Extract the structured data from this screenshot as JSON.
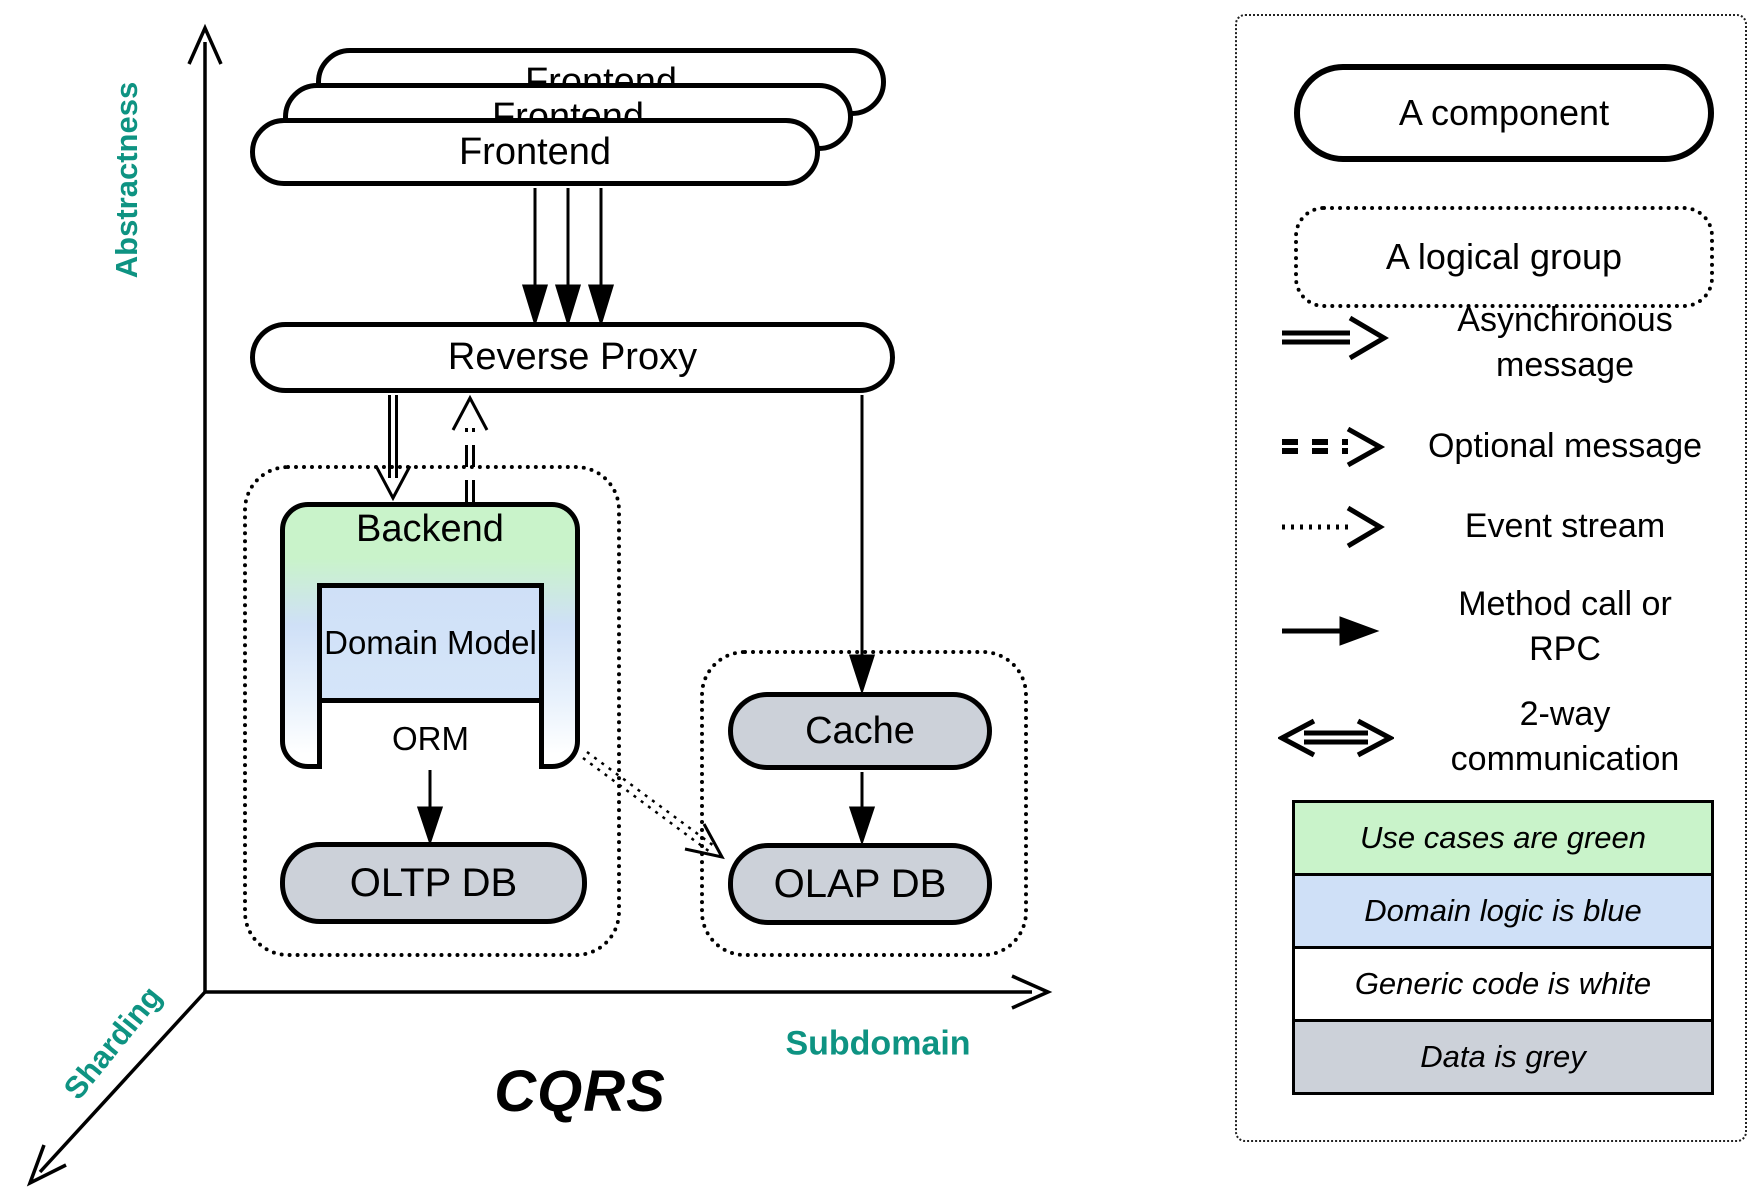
{
  "title": "CQRS",
  "axes": {
    "vertical_label": "Abstractness",
    "horizontal_label": "Subdomain",
    "diagonal_label": "Sharding",
    "label_color": "#0e9382"
  },
  "nodes": {
    "frontend_stack": [
      "Frontend",
      "Frontend",
      "Frontend"
    ],
    "reverse_proxy": "Reverse Proxy",
    "backend": "Backend",
    "domain_model": "Domain Model",
    "orm": "ORM",
    "oltp_db": "OLTP DB",
    "cache": "Cache",
    "olap_db": "OLAP DB"
  },
  "colors": {
    "use_case_green": "#c9f3ca",
    "domain_blue": "#cfe0f7",
    "generic_white": "#ffffff",
    "data_grey": "#ccd1d9"
  },
  "legend": {
    "component_label": "A component",
    "logical_group_label": "A logical group",
    "arrows": [
      {
        "icon": "async-arrow-icon",
        "lines": [
          "Asynchronous",
          "message"
        ]
      },
      {
        "icon": "optional-arrow-icon",
        "lines": [
          "Optional message"
        ]
      },
      {
        "icon": "event-stream-arrow-icon",
        "lines": [
          "Event stream"
        ]
      },
      {
        "icon": "method-call-arrow-icon",
        "lines": [
          "Method call or",
          "RPC"
        ]
      },
      {
        "icon": "two-way-arrow-icon",
        "lines": [
          "2-way",
          "communication"
        ]
      }
    ],
    "color_rows": [
      {
        "label": "Use cases are green",
        "color": "#c9f3ca"
      },
      {
        "label": "Domain logic is blue",
        "color": "#cfe0f7"
      },
      {
        "label": "Generic code is white",
        "color": "#ffffff"
      },
      {
        "label": "Data is grey",
        "color": "#ccd1d9"
      }
    ]
  }
}
